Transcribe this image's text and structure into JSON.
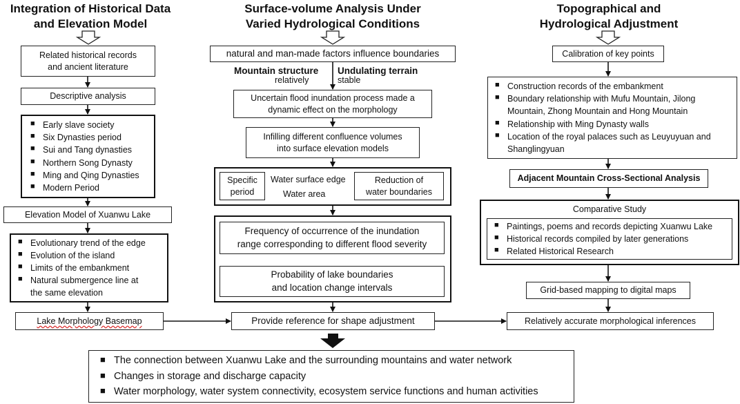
{
  "col1": {
    "heading": [
      "Integration of Historical Data",
      "and Elevation Model"
    ],
    "records": [
      "Related historical records",
      "and ancient literature"
    ],
    "descriptive": "Descriptive analysis",
    "periods": [
      "Early slave society",
      "Six Dynasties period",
      "Sui and Tang dynasties",
      "Northern Song Dynasty",
      "Ming and Qing Dynasties",
      "Modern Period"
    ],
    "elevation_model": "Elevation Model of Xuanwu Lake",
    "features": [
      "Evolutionary trend of the edge",
      "Evolution of the island",
      "Limits of the embankment",
      "Natural submergence line at",
      "the same elevation"
    ],
    "basemap": "Lake Morphology Basemap"
  },
  "col2": {
    "heading": [
      "Surface-volume Analysis Under",
      "Varied Hydrological Conditions"
    ],
    "factors": "natural and man-made factors influence boundaries",
    "mountain_structure": "Mountain structure",
    "relatively": "relatively",
    "undulating_terrain": "Undulating terrain",
    "stable": "stable",
    "uncertain": [
      "Uncertain flood inundation process made a",
      "dynamic effect on the morphology"
    ],
    "infilling": [
      "Infilling different confluence volumes",
      "into surface elevation models"
    ],
    "specific_period": [
      "Specific",
      "period"
    ],
    "water_surface_edge": "Water surface edge",
    "water_area": "Water area",
    "reduction": [
      "Reduction of",
      "water boundaries"
    ],
    "frequency": [
      "Frequency of occurrence of the inundation",
      "range corresponding to different flood severity"
    ],
    "probability": [
      "Probability of lake boundaries",
      "and location change intervals"
    ],
    "reference": "Provide reference for shape adjustment"
  },
  "col3": {
    "heading": [
      "Topographical and",
      "Hydrological Adjustment"
    ],
    "calibration": "Calibration of key points",
    "items": [
      "Construction records of the embankment",
      "Boundary relationship with Mufu Mountain, Jilong",
      "Mountain, Zhong Mountain and Hong Mountain",
      "Relationship with Ming Dynasty walls",
      "Location of the royal palaces such as Leuyuyuan and",
      "Shanglingyuan"
    ],
    "cross_section": "Adjacent Mountain Cross-Sectional Analysis",
    "comparative_title": "Comparative Study",
    "comparative_items": [
      "Paintings, poems and records depicting Xuanwu Lake",
      "Historical records compiled by later generations",
      "Related Historical Research"
    ],
    "grid_mapping": "Grid-based mapping to digital maps",
    "inferences": "Relatively accurate morphological inferences"
  },
  "conclusions": [
    "The connection between Xuanwu Lake and the surrounding mountains and water network",
    "Changes in storage and discharge capacity",
    "Water morphology, water system connectivity, ecosystem service functions and human activities"
  ]
}
